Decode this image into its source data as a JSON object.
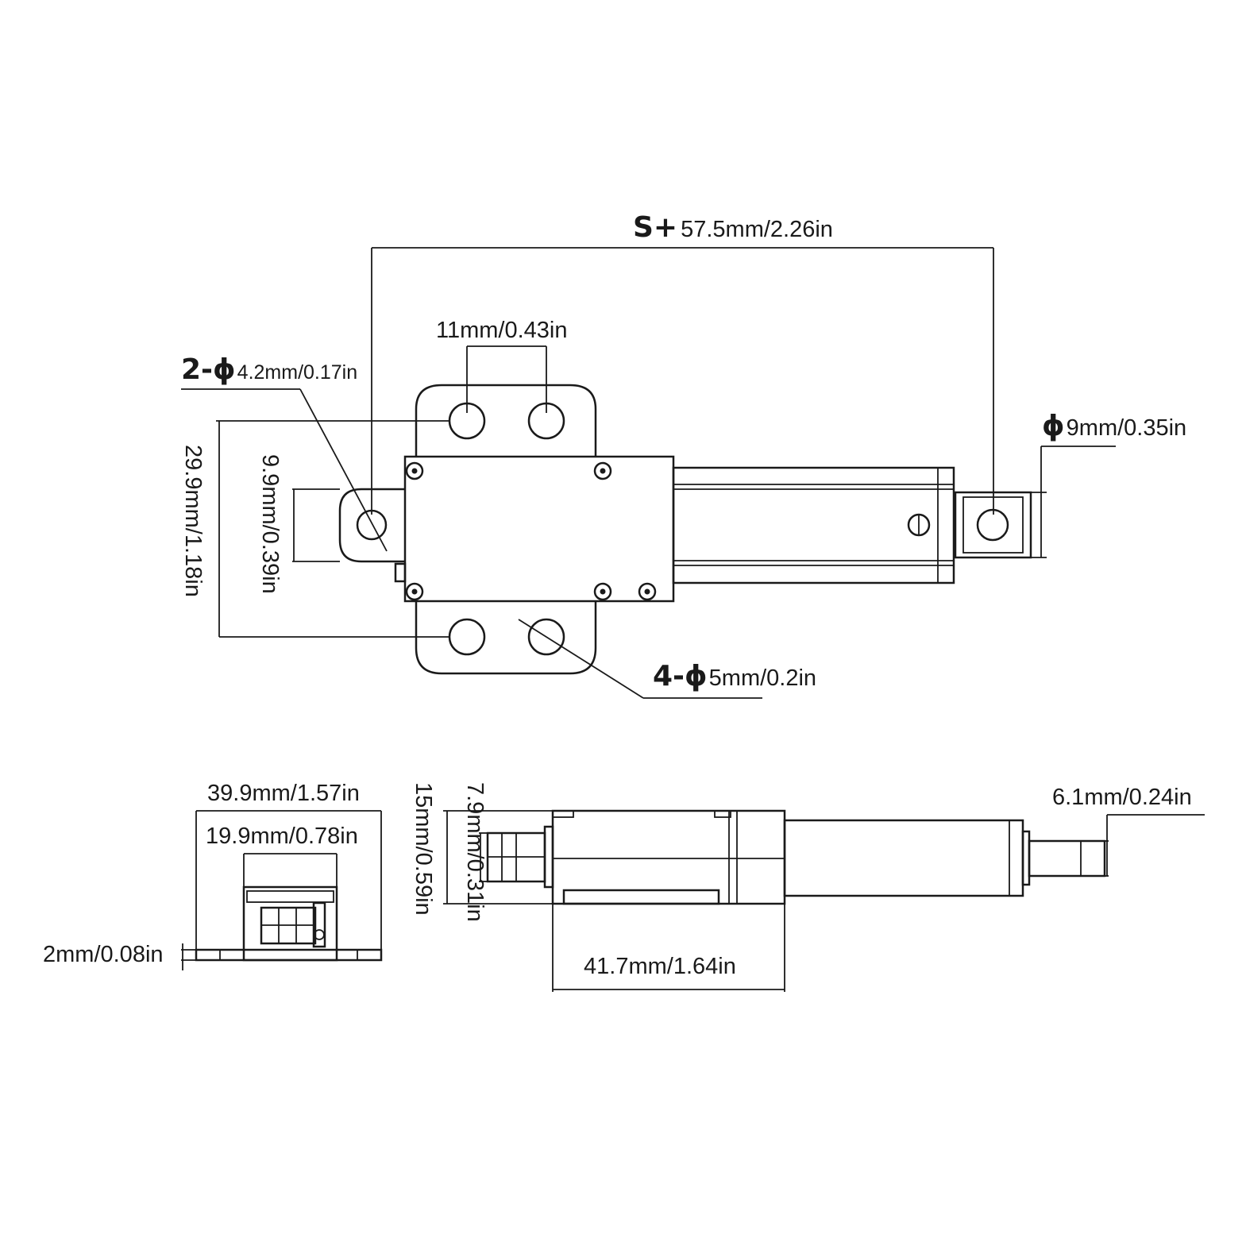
{
  "top_view": {
    "stroke_total": {
      "prefix": "S+",
      "value": "57.5mm/2.26in"
    },
    "bracket_hole_spacing": "11mm/0.43in",
    "rear_mount_holes": {
      "prefix": "2-ϕ",
      "value": "4.2mm/0.17in"
    },
    "rod_end_hole": {
      "prefix": "ϕ",
      "value": "9mm/0.35in"
    },
    "bracket_span": "29.9mm/1.18in",
    "rear_tab_width": "9.9mm/0.39in",
    "bracket_holes": {
      "prefix": "4-ϕ",
      "value": "5mm/0.2in"
    }
  },
  "end_view": {
    "overall_width": "39.9mm/1.57in",
    "body_width": "19.9mm/0.78in",
    "base_thickness": "2mm/0.08in"
  },
  "side_view": {
    "body_height": "15mm/0.59in",
    "tab_height": "7.9mm/0.31in",
    "rod_diameter": "6.1mm/0.24in",
    "body_length": "41.7mm/1.64in"
  }
}
